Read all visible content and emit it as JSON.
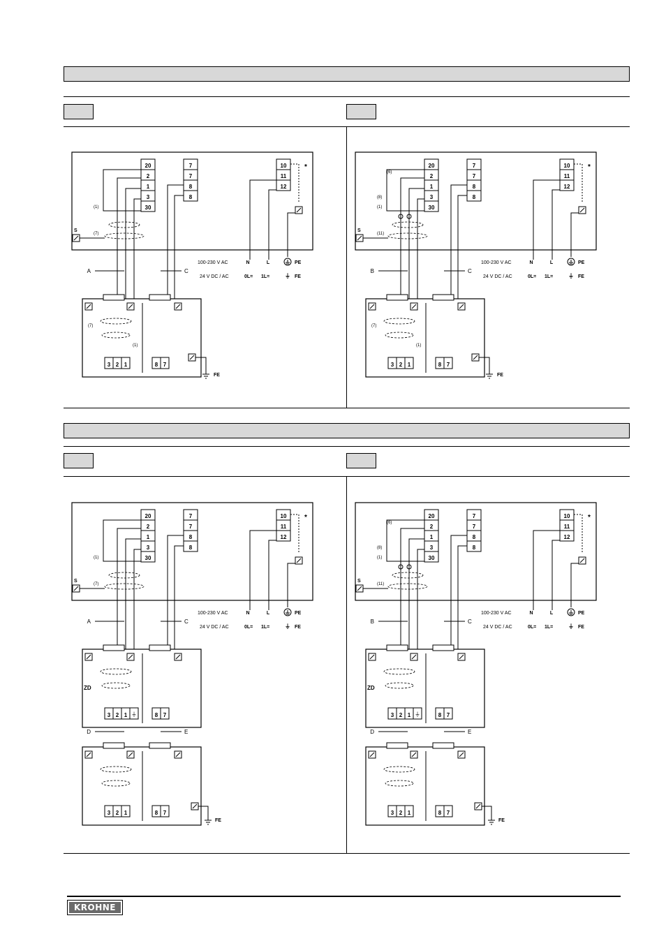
{
  "brand": {
    "logo_text": "KROHNE"
  },
  "terminals": {
    "left_block": [
      "20",
      "2",
      "1",
      "3",
      "30"
    ],
    "mid_block": [
      "7",
      "7",
      "8",
      "8"
    ],
    "power_block": [
      "10",
      "11",
      "12"
    ],
    "sensor_signal": [
      "3",
      "2",
      "1"
    ],
    "sensor_power": [
      "8",
      "7"
    ]
  },
  "labels": {
    "supply_ac": "100-230 V AC",
    "supply_dc": "24 V DC / AC",
    "n": "N",
    "l": "L",
    "zl": "0L=",
    "ol": "1L=",
    "pe": "PE",
    "fe": "FE",
    "shield": "S",
    "star": "*",
    "cable_a": "A",
    "cable_b": "B",
    "cable_c": "C",
    "cable_d": "D",
    "cable_e": "E",
    "zd": "ZD",
    "note_1": "(1)",
    "note_6": "(6)",
    "note_7": "(7)",
    "note_8": "(8)",
    "note_11": "(11)"
  }
}
